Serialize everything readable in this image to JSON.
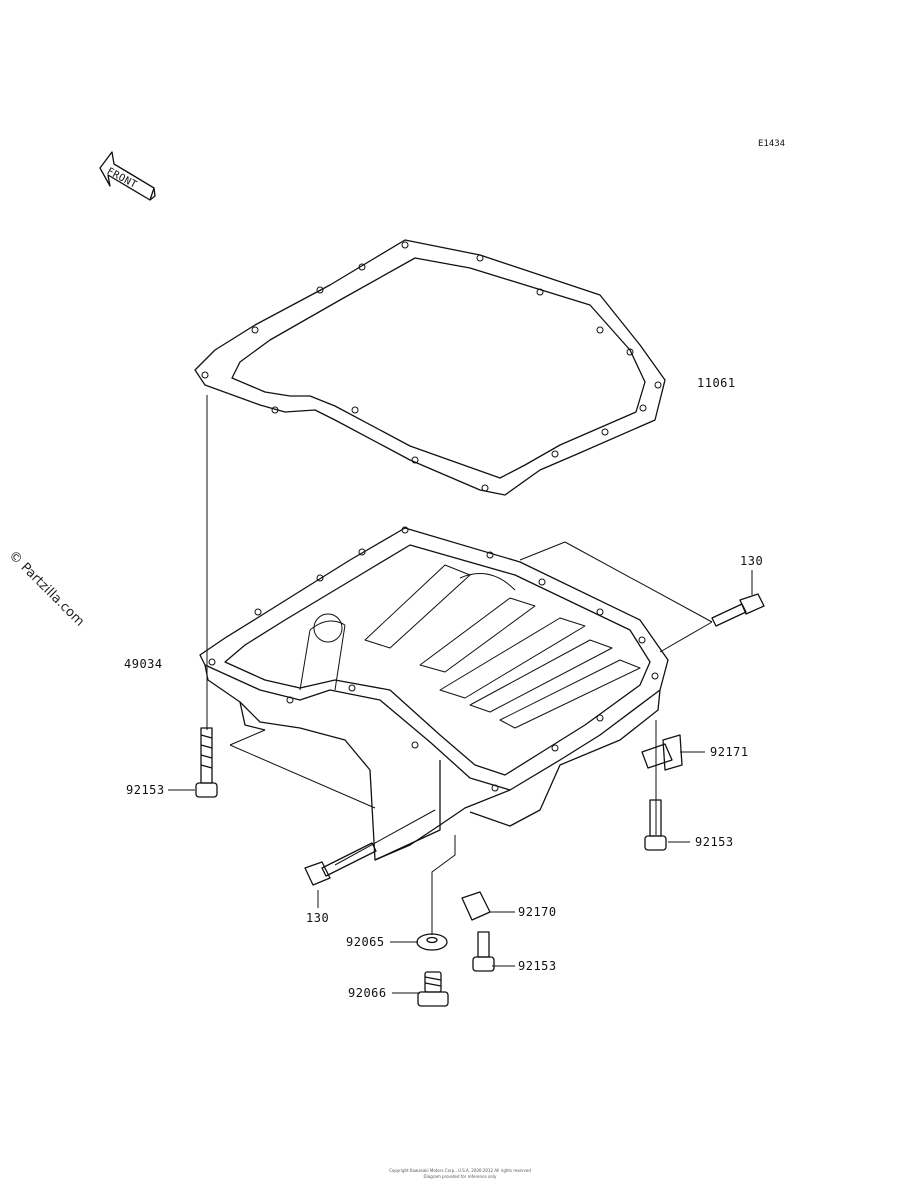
{
  "diagram_code": "E1434",
  "watermark": "© Partzilla.com",
  "front_arrow": {
    "text": "FRONT",
    "icon": "front-direction-arrow-icon"
  },
  "parts": [
    {
      "id": "gasket",
      "number": "11061"
    },
    {
      "id": "bolt-right",
      "number": "130"
    },
    {
      "id": "oil-pan",
      "number": "49034"
    },
    {
      "id": "clamp-right",
      "number": "92171"
    },
    {
      "id": "bolt-left",
      "number": "92153"
    },
    {
      "id": "bolt-right-lower",
      "number": "92153"
    },
    {
      "id": "bolt-front",
      "number": "130"
    },
    {
      "id": "clamp-lower",
      "number": "92170"
    },
    {
      "id": "washer",
      "number": "92065"
    },
    {
      "id": "bolt-lower",
      "number": "92153"
    },
    {
      "id": "drain-plug",
      "number": "92066"
    }
  ],
  "footer": {
    "line1": "Copyright Kawasaki Motors Corp., U.S.A. 2000-2012 All rights reserved",
    "line2": "Diagram provided for reference only"
  },
  "colors": {
    "line": "#111111",
    "background": "#ffffff"
  }
}
